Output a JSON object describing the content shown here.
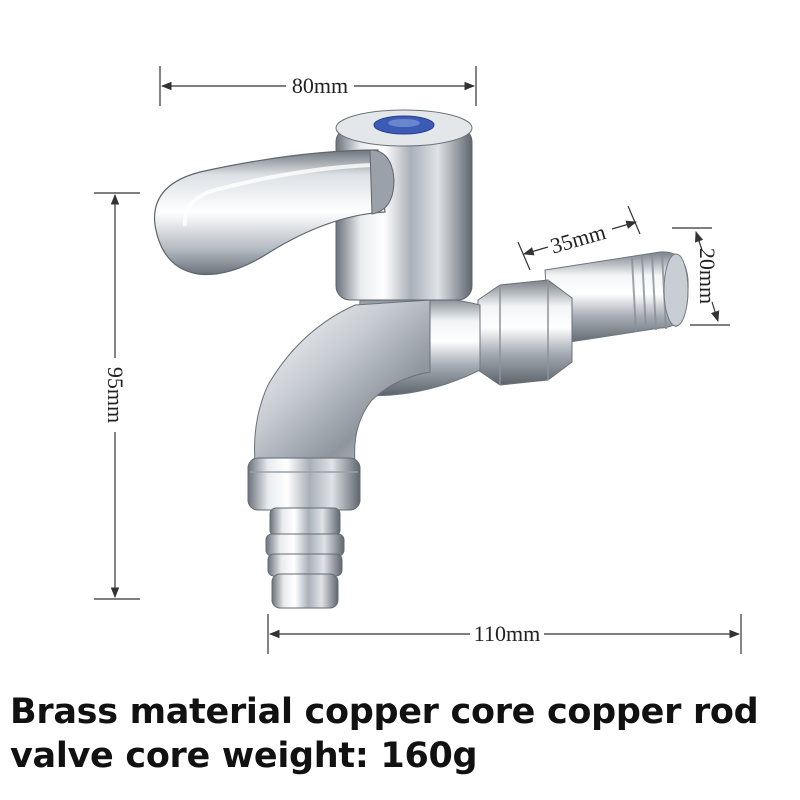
{
  "dimensions": {
    "top_width": "80mm",
    "inlet_length": "35mm",
    "inlet_diameter": "20mm",
    "height": "95mm",
    "total_length": "110mm"
  },
  "caption": {
    "line1": "Brass material copper core copper rod",
    "line2": "valve core weight: 160g"
  },
  "colors": {
    "chrome_light": "#f4f6f8",
    "chrome_mid": "#b9bfc6",
    "chrome_dark": "#5c636b",
    "cap_badge": "#3b5bb5",
    "dimension_line": "#333333"
  },
  "icons": [
    "faucet-illustration",
    "handle-cap-badge"
  ]
}
